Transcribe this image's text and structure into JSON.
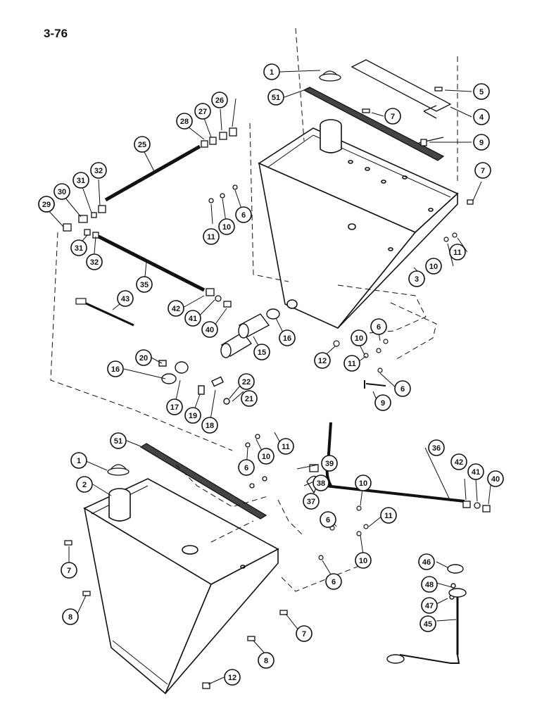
{
  "page": {
    "number": "3-76"
  },
  "callouts": [
    "1",
    "51",
    "5",
    "4",
    "7",
    "9",
    "29",
    "26",
    "27",
    "28",
    "25",
    "7",
    "32",
    "31",
    "30",
    "29",
    "31",
    "32",
    "6",
    "10",
    "11",
    "11",
    "10",
    "35",
    "43",
    "42",
    "41",
    "40",
    "3",
    "16",
    "15",
    "20",
    "16",
    "17",
    "19",
    "18",
    "22",
    "21",
    "12",
    "10",
    "6",
    "11",
    "6",
    "9",
    "51",
    "1",
    "2",
    "11",
    "10",
    "6",
    "39",
    "38",
    "37",
    "36",
    "42",
    "41",
    "40",
    "10",
    "11",
    "6",
    "10",
    "6",
    "7",
    "8",
    "7",
    "8",
    "12",
    "46",
    "48",
    "47",
    "45"
  ],
  "colors": {
    "ink": "#111111",
    "paper": "#ffffff"
  }
}
